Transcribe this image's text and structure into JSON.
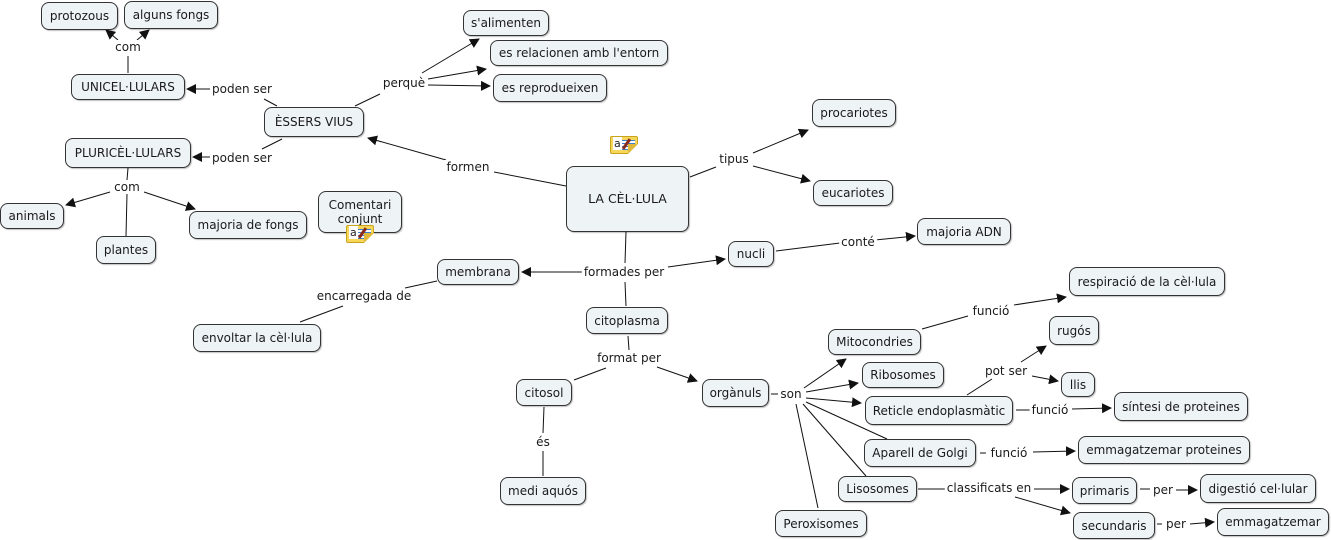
{
  "title": "LA CÈL·LULA",
  "concepts": {
    "cell": "LA CÈL·LULA",
    "living_beings": "ÈSSERS VIUS",
    "unicellular": "UNICEL·LULARS",
    "multicellular": "PLURICÈL·LULARS",
    "protozoa": "protozous",
    "some_fungi": "alguns fongs",
    "animals": "animals",
    "plants": "plantes",
    "most_fungi": "majoria de fongs",
    "feed": "s'alimenten",
    "relate": "es relacionen amb l'entorn",
    "reproduce": "es reprodueixen",
    "comment": "Comentari conjunt",
    "prokaryotes": "procariotes",
    "eukaryotes": "eucariotes",
    "nucleus": "nucli",
    "most_dna": "majoria ADN",
    "membrane": "membrana",
    "surround": "envoltar la cèl·lula",
    "cytoplasm": "citoplasma",
    "cytosol": "citosol",
    "aqueous": "medi aquós",
    "organelles": "orgànuls",
    "mitochondria": "Mitocondries",
    "respiration": "respiració de la cèl·lula",
    "ribosomes": "Ribosomes",
    "er": "Reticle endoplasmàtic",
    "rough": "rugós",
    "smooth": "llis",
    "protein_synthesis": "síntesi de proteines",
    "golgi": "Aparell de Golgi",
    "store_proteins": "emmagatzemar proteines",
    "lysosomes": "Lisosomes",
    "primary": "primaris",
    "secondary": "secundaris",
    "digestion": "digestió cel·lular",
    "store": "emmagatzemar",
    "peroxisomes": "Peroxisomes"
  },
  "links": {
    "com_uni": "com",
    "poden_ser_uni": "poden ser",
    "poden_ser_pluri": "poden ser",
    "com_pluri": "com",
    "perque": "perquè",
    "formen": "formen",
    "tipus": "tipus",
    "formades_per": "formades per",
    "conte": "conté",
    "encarregada_de": "encarregada de",
    "format_per": "format per",
    "es": "és",
    "son": "son",
    "funcio_mito": "funció",
    "pot_ser": "pot ser",
    "funcio_er": "funció",
    "funcio_golgi": "funció",
    "classificats_en": "classificats en",
    "per_primary": "per",
    "per_secondary": "per"
  },
  "annotations": {
    "note_icon_1": "a",
    "note_icon_2": "a"
  },
  "colors": {
    "node_fill": "#eef3f6",
    "node_border": "#333333",
    "line": "#111111",
    "note_fill": "#f7d75a"
  }
}
